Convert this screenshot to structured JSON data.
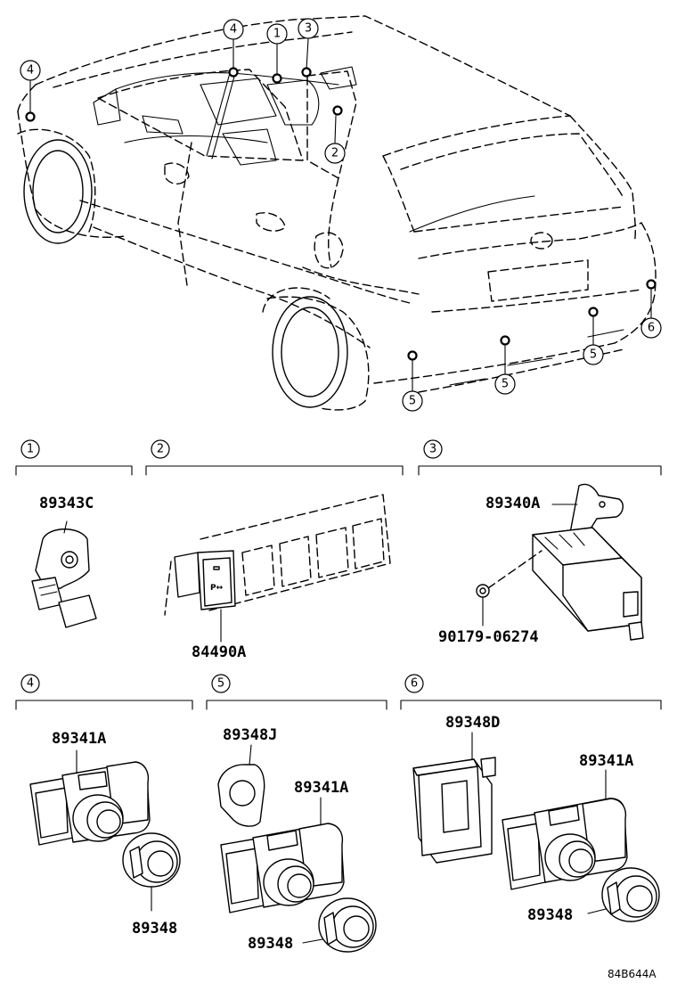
{
  "callouts": {
    "c1": "1",
    "c2": "2",
    "c3": "3",
    "c4": "4",
    "c5": "5",
    "c6": "6"
  },
  "section_labels": {
    "s1": "1",
    "s2": "2",
    "s3": "3",
    "s4": "4",
    "s5": "5",
    "s6": "6"
  },
  "part_numbers": {
    "p89343C": "89343C",
    "p84490A": "84490A",
    "p89340A": "89340A",
    "p90179": "90179-06274",
    "p89341A_s4": "89341A",
    "p89348_s4": "89348",
    "p89348J": "89348J",
    "p89341A_s5": "89341A",
    "p89348_s5": "89348",
    "p89348D": "89348D",
    "p89341A_s6": "89341A",
    "p89348_s6": "89348"
  },
  "switch_label": "P↔",
  "drawing_code": "84B644A"
}
